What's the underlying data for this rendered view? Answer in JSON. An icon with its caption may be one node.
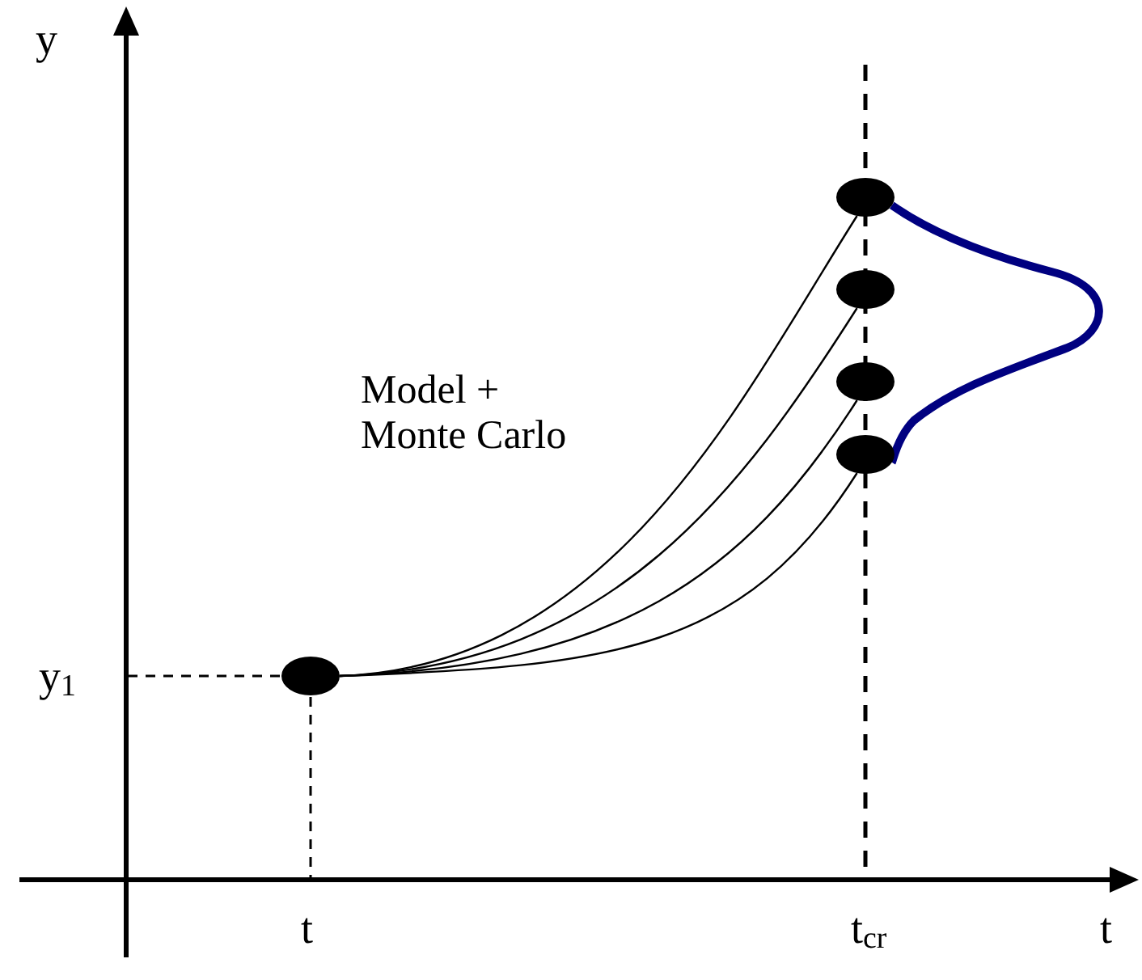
{
  "diagram": {
    "nodes": [
      {
        "text": [],
        "shape": "circle"
      },
      {
        "text": [],
        "shape": "circle"
      },
      {
        "text": [],
        "shape": "circle"
      },
      {
        "text": [],
        "shape": "circle"
      },
      {
        "text": [],
        "shape": "circle"
      }
    ],
    "edges": [
      {
        "from": 0,
        "to": 1,
        "arrow": "none"
      },
      {
        "from": 0,
        "to": 2,
        "arrow": "none"
      },
      {
        "from": 0,
        "to": 3,
        "arrow": "none"
      },
      {
        "from": 0,
        "to": 4,
        "arrow": "none"
      },
      {
        "from": 1,
        "to": 4,
        "arrow": "none",
        "style": "thick",
        "color": "#000080"
      }
    ],
    "labels": [
      "y",
      "Model + Monte Carlo",
      "y$_{1}$",
      "t",
      "t$_{cr}$",
      "t"
    ]
  }
}
